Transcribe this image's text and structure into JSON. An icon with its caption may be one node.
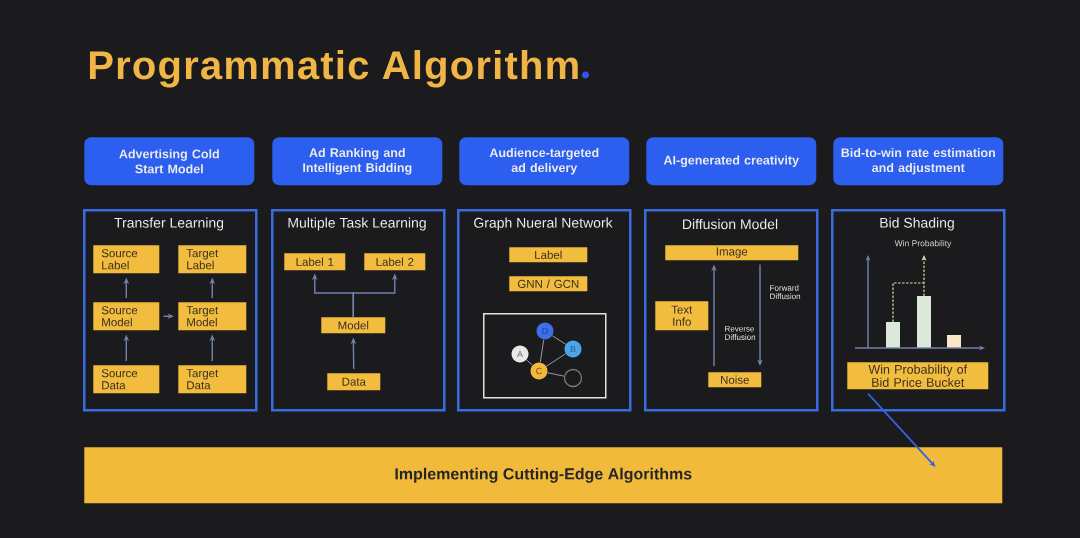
{
  "diagram": {
    "title": "Programmatic Algorithm",
    "nodes": [
      {
        "text": [
          "Advertising Cold Start Model"
        ]
      },
      {
        "text": [
          "Ad Ranking and Intelligent Bidding"
        ]
      },
      {
        "text": [
          "Audience-targeted ad delivery"
        ]
      },
      {
        "text": [
          "AI-generated creativity"
        ]
      },
      {
        "text": [
          "Bid-to-win rate estimation and adjustment"
        ]
      },
      {
        "text": [
          "Transfer Learning"
        ]
      },
      {
        "text": [
          "Source Label"
        ],
        "in": 5
      },
      {
        "text": [
          "Target Label"
        ],
        "in": 5
      },
      {
        "text": [
          "Source Model"
        ],
        "in": 5
      },
      {
        "text": [
          "Target Model"
        ],
        "in": 5
      },
      {
        "text": [
          "Source Data"
        ],
        "in": 5
      },
      {
        "text": [
          "Target Data"
        ],
        "in": 5
      },
      {
        "text": [
          "Multiple Task Learning"
        ]
      },
      {
        "text": [
          "Label 1"
        ],
        "in": 12
      },
      {
        "text": [
          "Label 2"
        ],
        "in": 12
      },
      {
        "text": [
          "Model"
        ],
        "in": 12
      },
      {
        "text": [
          "Data"
        ],
        "in": 12
      },
      {
        "text": [
          "Graph Nueral Network"
        ]
      },
      {
        "text": [
          "Label"
        ],
        "in": 17
      },
      {
        "text": [
          "GNN / GCN"
        ],
        "in": 17
      },
      {
        "text": [],
        "shape": "box",
        "in": 17
      },
      {
        "text": [
          "D"
        ],
        "in": 20
      },
      {
        "text": [
          "B"
        ],
        "in": 20
      },
      {
        "text": [
          "A"
        ],
        "in": 20
      },
      {
        "text": [
          "C"
        ],
        "in": 20
      },
      {
        "text": [],
        "shape": "circle",
        "in": 20
      },
      {
        "text": [
          "Diffusion Model"
        ]
      },
      {
        "text": [
          "Image"
        ],
        "in": 26
      },
      {
        "text": [
          "Text Info"
        ],
        "in": 26
      },
      {
        "text": [
          "Noise"
        ],
        "in": 26
      },
      {
        "text": [
          "Bid Shading"
        ]
      },
      {
        "text": [
          "Win Probability of Bid Price Bucket"
        ],
        "in": 30
      },
      {
        "text": [
          "Implementing Cutting-Edge Algorithms"
        ]
      }
    ],
    "edges": [
      {
        "from": 10,
        "to": 8,
        "arrow": "to"
      },
      {
        "from": 8,
        "to": 6,
        "arrow": "to"
      },
      {
        "from": 11,
        "to": 9,
        "arrow": "to"
      },
      {
        "from": 9,
        "to": 7,
        "arrow": "to"
      },
      {
        "from": 8,
        "to": 9,
        "arrow": "to"
      },
      {
        "from": 16,
        "to": 15,
        "arrow": "to"
      },
      {
        "from": 15,
        "to": 13,
        "arrow": "to"
      },
      {
        "from": 15,
        "to": 14,
        "arrow": "to"
      },
      {
        "from": 21,
        "to": 22,
        "arrow": "none",
        "color": "#9a9a9a"
      },
      {
        "from": 21,
        "to": 24,
        "arrow": "none",
        "color": "#9a9a9a"
      },
      {
        "from": 23,
        "to": 24,
        "arrow": "none",
        "color": "#9a9a9a"
      },
      {
        "from": 24,
        "to": 22,
        "arrow": "none",
        "color": "#9a9a9a"
      },
      {
        "from": 24,
        "to": 25,
        "arrow": "none",
        "color": "#9a9a9a"
      },
      {
        "from": 29,
        "to": 27,
        "arrow": "to",
        "label": "Reverse Diffusion"
      },
      {
        "from": 27,
        "to": 29,
        "arrow": "to",
        "label": "Forward Diffusion"
      },
      {
        "from": 31,
        "to": 32,
        "arrow": "to",
        "color": "#2f63e8"
      }
    ],
    "labels": [
      "Win Probability"
    ]
  }
}
